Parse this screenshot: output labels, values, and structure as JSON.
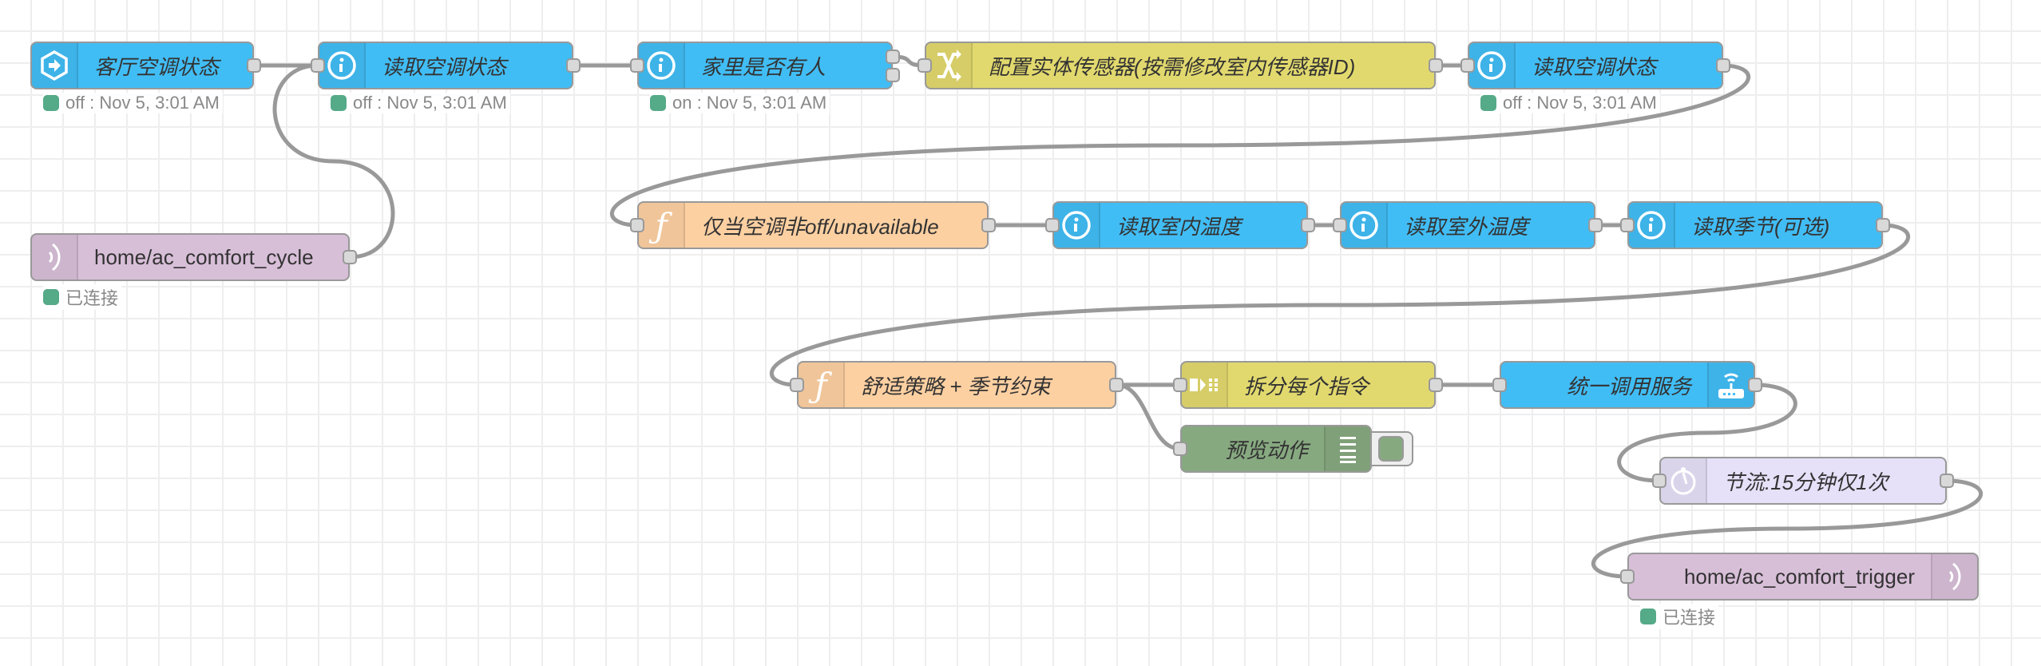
{
  "colors": {
    "home_assistant": "#41bdf5",
    "change": "#e2d96e",
    "function": "#fdd0a2",
    "mqtt": "#d8bfd8",
    "debug": "#87a980",
    "delay": "#e6e0f8",
    "wire": "#999999",
    "status_connected": "#55aa88"
  },
  "nodes": {
    "n1": {
      "label": "客厅空调状态",
      "type": "server-state-changed",
      "icon": "arrow-hexagon-icon",
      "status": "off : Nov 5, 3:01 AM"
    },
    "n2": {
      "label": "读取空调状态",
      "type": "api-current-state",
      "icon": "info-icon",
      "status": "off : Nov 5, 3:01 AM"
    },
    "n3": {
      "label": "家里是否有人",
      "type": "api-current-state",
      "icon": "info-icon",
      "status": "on : Nov 5, 3:01 AM"
    },
    "n4": {
      "label": "配置实体传感器(按需修改室内传感器ID)",
      "type": "change",
      "icon": "shuffle-icon"
    },
    "n5": {
      "label": "读取空调状态",
      "type": "api-current-state",
      "icon": "info-icon",
      "status": "off : Nov 5, 3:01 AM"
    },
    "mqttin": {
      "label": "home/ac_comfort_cycle",
      "type": "mqtt in",
      "icon": "radio-waves-icon",
      "status": "已连接"
    },
    "f1": {
      "label": "仅当空调非off/unavailable",
      "type": "function",
      "icon": "function-icon"
    },
    "r1": {
      "label": "读取室内温度",
      "type": "api-current-state",
      "icon": "info-icon"
    },
    "r2": {
      "label": "读取室外温度",
      "type": "api-current-state",
      "icon": "info-icon"
    },
    "r3": {
      "label": "读取季节(可选)",
      "type": "api-current-state",
      "icon": "info-icon"
    },
    "f2": {
      "label": "舒适策略 + 季节约束",
      "type": "function",
      "icon": "function-icon"
    },
    "split": {
      "label": "拆分每个指令",
      "type": "split",
      "icon": "split-icon"
    },
    "svc": {
      "label": "统一调用服务",
      "type": "api-call-service",
      "icon": "router-icon"
    },
    "dbg": {
      "label": "预览动作",
      "type": "debug",
      "icon": "list-icon"
    },
    "delay": {
      "label": "节流:15分钟仅1次",
      "type": "delay",
      "icon": "timer-icon"
    },
    "mqttout": {
      "label": "home/ac_comfort_trigger",
      "type": "mqtt out",
      "icon": "radio-waves-icon",
      "status": "已连接"
    }
  },
  "wires": [
    [
      "n1",
      0,
      "n2"
    ],
    [
      "mqttin",
      0,
      "n2"
    ],
    [
      "n2",
      0,
      "n3"
    ],
    [
      "n3",
      0,
      "n4"
    ],
    [
      "n4",
      0,
      "n5"
    ],
    [
      "n5",
      0,
      "f1"
    ],
    [
      "f1",
      0,
      "r1"
    ],
    [
      "r1",
      0,
      "r2"
    ],
    [
      "r2",
      0,
      "r3"
    ],
    [
      "r3",
      0,
      "f2"
    ],
    [
      "f2",
      0,
      "split"
    ],
    [
      "f2",
      0,
      "dbg"
    ],
    [
      "split",
      0,
      "svc"
    ],
    [
      "svc",
      0,
      "delay"
    ],
    [
      "delay",
      0,
      "mqttout"
    ]
  ]
}
